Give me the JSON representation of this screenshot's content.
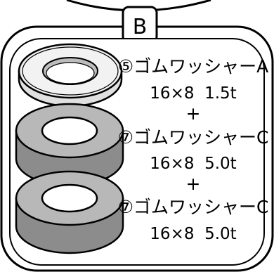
{
  "panel": {
    "letter": "B"
  },
  "parts": [
    {
      "name": "⑤ゴムワッシャーA",
      "size": "16×8  1.5t"
    },
    {
      "plus": "+"
    },
    {
      "name": "⑦ゴムワッシャーC",
      "size": "16×8  5.0t"
    },
    {
      "plus": "+"
    },
    {
      "name": "⑦ゴムワッシャーC",
      "size": "16×8  5.0t"
    }
  ],
  "colors": {
    "washer_a_face": "#f2f2f2",
    "washer_c_face": "#b8b8b8",
    "washer_c_side": "#8c8c8c",
    "stroke": "#000000"
  }
}
